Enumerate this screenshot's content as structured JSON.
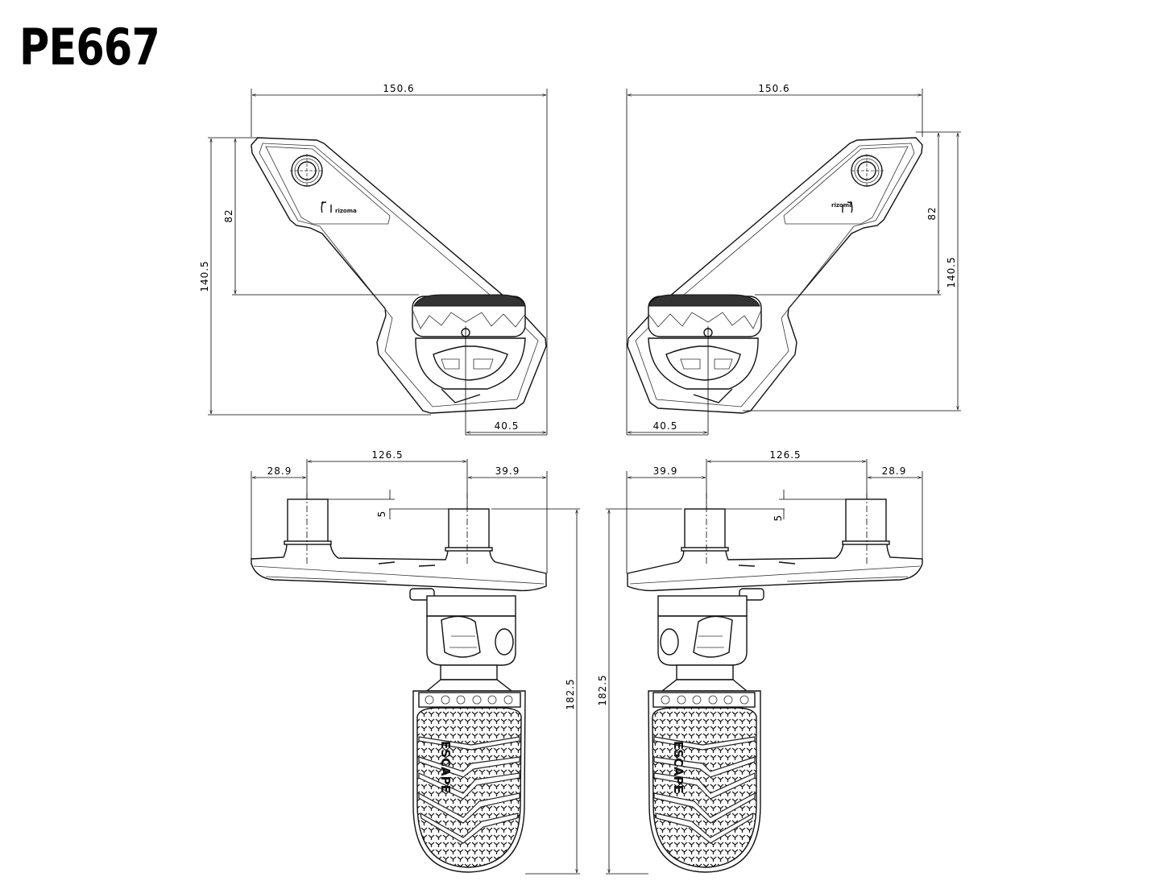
{
  "title": "PE667",
  "logo_text": "rizoma",
  "footpeg_text": "ESCAPE",
  "left": {
    "top_view": {
      "width": "150.6",
      "upper_height": "82",
      "total_height": "140.5",
      "offset": "40.5"
    },
    "side_view": {
      "span": "126.5",
      "left_offset": "28.9",
      "right_offset": "39.9",
      "step": "5",
      "height": "182.5"
    }
  },
  "right": {
    "top_view": {
      "width": "150.6",
      "upper_height": "82",
      "total_height": "140.5",
      "offset": "40.5"
    },
    "side_view": {
      "span": "126.5",
      "left_offset": "39.9",
      "right_offset": "28.9",
      "step": "5",
      "height": "182.5"
    }
  }
}
